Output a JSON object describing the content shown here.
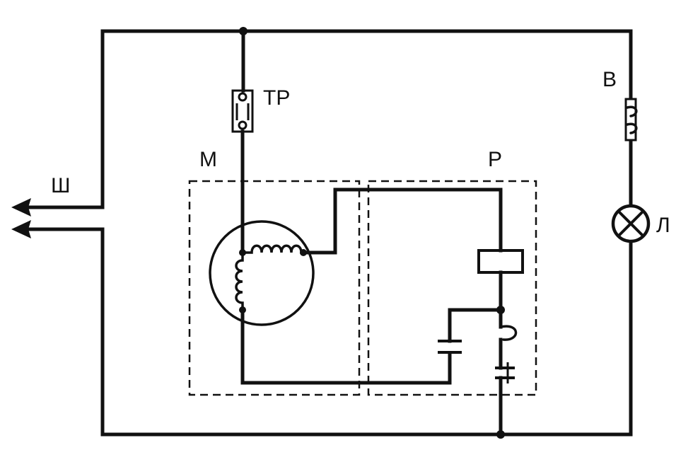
{
  "diagram": {
    "labels": {
      "plug": "Ш",
      "thermal_relay": "ТР",
      "motor": "М",
      "start_relay": "Р",
      "switch": "В",
      "lamp": "Л"
    },
    "colors": {
      "ink": "#111111",
      "background": "#ffffff"
    }
  }
}
